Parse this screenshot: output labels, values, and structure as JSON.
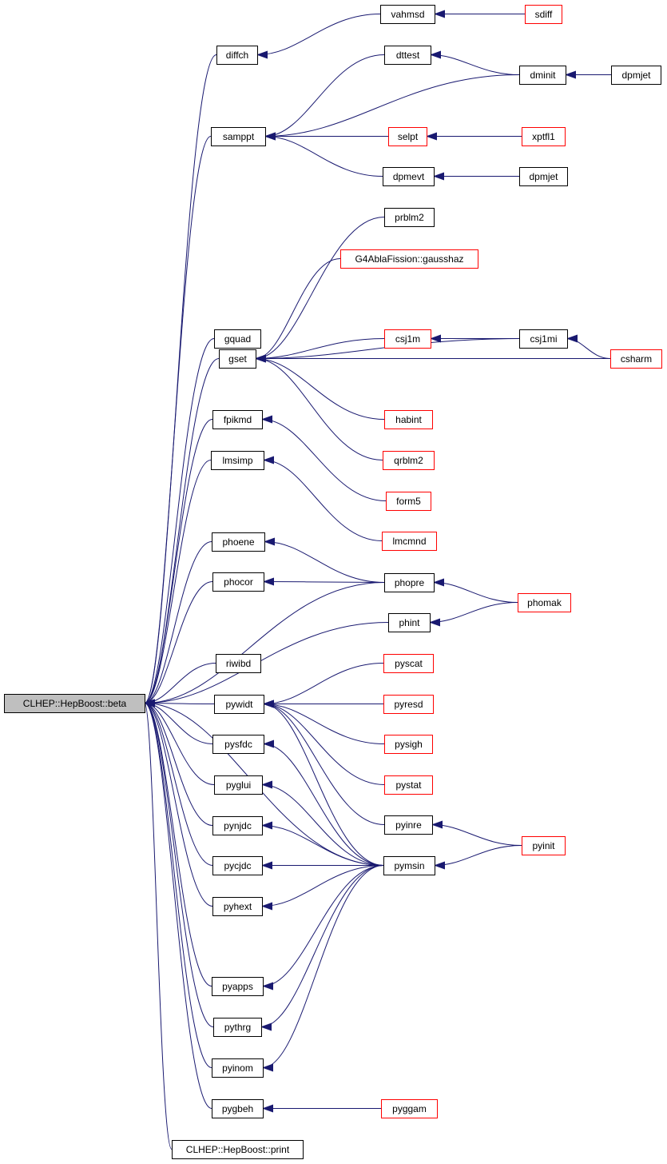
{
  "nodes": [
    {
      "id": "beta",
      "label": "CLHEP::HepBoost::beta",
      "style": "focus"
    },
    {
      "id": "diffch",
      "label": "diffch",
      "style": "black"
    },
    {
      "id": "vahmsd",
      "label": "vahmsd",
      "style": "black"
    },
    {
      "id": "sdiff",
      "label": "sdiff",
      "style": "red"
    },
    {
      "id": "dttest",
      "label": "dttest",
      "style": "black"
    },
    {
      "id": "dminit",
      "label": "dminit",
      "style": "black"
    },
    {
      "id": "dpmjet1",
      "label": "dpmjet",
      "style": "black"
    },
    {
      "id": "samppt",
      "label": "samppt",
      "style": "black"
    },
    {
      "id": "selpt",
      "label": "selpt",
      "style": "red"
    },
    {
      "id": "xptfl1",
      "label": "xptfl1",
      "style": "red"
    },
    {
      "id": "dpmevt",
      "label": "dpmevt",
      "style": "black"
    },
    {
      "id": "dpmjet2",
      "label": "dpmjet",
      "style": "black"
    },
    {
      "id": "prblm2",
      "label": "prblm2",
      "style": "black"
    },
    {
      "id": "gausshaz",
      "label": "G4AblaFission::gausshaz",
      "style": "red"
    },
    {
      "id": "gquad",
      "label": "gquad",
      "style": "black"
    },
    {
      "id": "csj1m",
      "label": "csj1m",
      "style": "red"
    },
    {
      "id": "csj1mi",
      "label": "csj1mi",
      "style": "black"
    },
    {
      "id": "gset",
      "label": "gset",
      "style": "black"
    },
    {
      "id": "csharm",
      "label": "csharm",
      "style": "red"
    },
    {
      "id": "habint",
      "label": "habint",
      "style": "red"
    },
    {
      "id": "fpikmd",
      "label": "fpikmd",
      "style": "black"
    },
    {
      "id": "qrblm2",
      "label": "qrblm2",
      "style": "red"
    },
    {
      "id": "lmsimp",
      "label": "lmsimp",
      "style": "black"
    },
    {
      "id": "form5",
      "label": "form5",
      "style": "red"
    },
    {
      "id": "lmcmnd",
      "label": "lmcmnd",
      "style": "red"
    },
    {
      "id": "phoene",
      "label": "phoene",
      "style": "black"
    },
    {
      "id": "phocor",
      "label": "phocor",
      "style": "black"
    },
    {
      "id": "phopre",
      "label": "phopre",
      "style": "black"
    },
    {
      "id": "phomak",
      "label": "phomak",
      "style": "red"
    },
    {
      "id": "phint",
      "label": "phint",
      "style": "black"
    },
    {
      "id": "riwibd",
      "label": "riwibd",
      "style": "black"
    },
    {
      "id": "pyscat",
      "label": "pyscat",
      "style": "red"
    },
    {
      "id": "pywidt",
      "label": "pywidt",
      "style": "black"
    },
    {
      "id": "pyresd",
      "label": "pyresd",
      "style": "red"
    },
    {
      "id": "pysfdc",
      "label": "pysfdc",
      "style": "black"
    },
    {
      "id": "pysigh",
      "label": "pysigh",
      "style": "red"
    },
    {
      "id": "pyglui",
      "label": "pyglui",
      "style": "black"
    },
    {
      "id": "pystat",
      "label": "pystat",
      "style": "red"
    },
    {
      "id": "pyinre",
      "label": "pyinre",
      "style": "black"
    },
    {
      "id": "pynjdc",
      "label": "pynjdc",
      "style": "black"
    },
    {
      "id": "pyinit",
      "label": "pyinit",
      "style": "red"
    },
    {
      "id": "pycjdc",
      "label": "pycjdc",
      "style": "black"
    },
    {
      "id": "pymsin",
      "label": "pymsin",
      "style": "black"
    },
    {
      "id": "pyhext",
      "label": "pyhext",
      "style": "black"
    },
    {
      "id": "pyapps",
      "label": "pyapps",
      "style": "black"
    },
    {
      "id": "pythrg",
      "label": "pythrg",
      "style": "black"
    },
    {
      "id": "pyinom",
      "label": "pyinom",
      "style": "black"
    },
    {
      "id": "pygbeh",
      "label": "pygbeh",
      "style": "black"
    },
    {
      "id": "pyggam",
      "label": "pyggam",
      "style": "red"
    },
    {
      "id": "print",
      "label": "CLHEP::HepBoost::print",
      "style": "black"
    }
  ],
  "edges": [
    [
      "diffch",
      "beta"
    ],
    [
      "vahmsd",
      "diffch"
    ],
    [
      "sdiff",
      "vahmsd"
    ],
    [
      "dttest",
      "samppt"
    ],
    [
      "dminit",
      "dttest"
    ],
    [
      "dminit",
      "samppt"
    ],
    [
      "dpmjet1",
      "dminit"
    ],
    [
      "samppt",
      "beta"
    ],
    [
      "selpt",
      "samppt"
    ],
    [
      "xptfl1",
      "selpt"
    ],
    [
      "dpmevt",
      "samppt"
    ],
    [
      "dpmjet2",
      "dpmevt"
    ],
    [
      "prblm2",
      "gset"
    ],
    [
      "gausshaz",
      "gset"
    ],
    [
      "gquad",
      "beta"
    ],
    [
      "csj1m",
      "gset"
    ],
    [
      "csj1mi",
      "csj1m"
    ],
    [
      "csj1mi",
      "gset"
    ],
    [
      "gset",
      "beta"
    ],
    [
      "csharm",
      "csj1mi"
    ],
    [
      "csharm",
      "gset"
    ],
    [
      "habint",
      "gset"
    ],
    [
      "qrblm2",
      "gset"
    ],
    [
      "fpikmd",
      "beta"
    ],
    [
      "form5",
      "fpikmd"
    ],
    [
      "lmsimp",
      "beta"
    ],
    [
      "lmcmnd",
      "lmsimp"
    ],
    [
      "phoene",
      "beta"
    ],
    [
      "phopre",
      "phoene"
    ],
    [
      "phopre",
      "beta"
    ],
    [
      "phocor",
      "beta"
    ],
    [
      "phopre",
      "phocor"
    ],
    [
      "phomak",
      "phopre"
    ],
    [
      "phint",
      "beta"
    ],
    [
      "phomak",
      "phint"
    ],
    [
      "riwibd",
      "beta"
    ],
    [
      "pywidt",
      "beta"
    ],
    [
      "pyscat",
      "pywidt"
    ],
    [
      "pyresd",
      "pywidt"
    ],
    [
      "pysigh",
      "pywidt"
    ],
    [
      "pystat",
      "pywidt"
    ],
    [
      "pyinre",
      "pywidt"
    ],
    [
      "pymsin",
      "pywidt"
    ],
    [
      "pysfdc",
      "beta"
    ],
    [
      "pymsin",
      "pysfdc"
    ],
    [
      "pyglui",
      "beta"
    ],
    [
      "pymsin",
      "pyglui"
    ],
    [
      "pynjdc",
      "beta"
    ],
    [
      "pymsin",
      "pynjdc"
    ],
    [
      "pycjdc",
      "beta"
    ],
    [
      "pymsin",
      "pycjdc"
    ],
    [
      "pyhext",
      "beta"
    ],
    [
      "pymsin",
      "pyhext"
    ],
    [
      "pymsin",
      "beta"
    ],
    [
      "pyinit",
      "pyinre"
    ],
    [
      "pyinit",
      "pymsin"
    ],
    [
      "pyapps",
      "beta"
    ],
    [
      "pymsin",
      "pyapps"
    ],
    [
      "pythrg",
      "beta"
    ],
    [
      "pymsin",
      "pythrg"
    ],
    [
      "pyinom",
      "beta"
    ],
    [
      "pymsin",
      "pyinom"
    ],
    [
      "pygbeh",
      "beta"
    ],
    [
      "pyggam",
      "pygbeh"
    ],
    [
      "print",
      "beta"
    ]
  ],
  "colors": {
    "edge": "#191970",
    "node_border": "#000000",
    "focus_border": "#000000",
    "focus_fill": "#bfbfbf",
    "red_border": "#ff0000",
    "background": "#ffffff"
  }
}
